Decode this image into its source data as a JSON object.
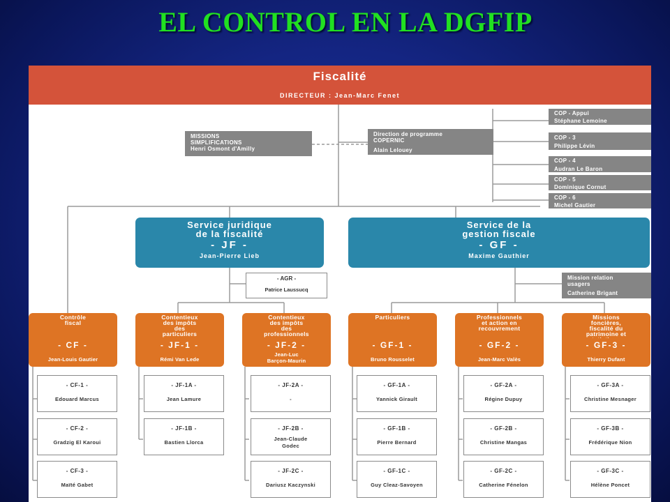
{
  "title": "EL CONTROL EN LA DGFIP",
  "colors": {
    "title": "#21e021",
    "direction": "#d4533a",
    "service": "#2a87aa",
    "division": "#de7424",
    "mission": "#858585",
    "background": "#142582"
  },
  "direction": {
    "title": "Fiscalité",
    "director": "DIRECTEUR : Jean-Marc Fenet"
  },
  "missions_simplifications": {
    "line1": "MISSIONS",
    "line2": "SIMPLIFICATIONS",
    "head": "Henri Osmont d'Amilly"
  },
  "copernic": {
    "line1": "Direction de programme",
    "line2": "COPERNIC",
    "head": "Alain Lelouey"
  },
  "cops": [
    {
      "label": "COP - Appui",
      "head": "Stéphane Lemoine"
    },
    {
      "label": "COP - 3",
      "head": "Philippe Lévin"
    },
    {
      "label": "COP - 4",
      "head": "Audran Le Baron"
    },
    {
      "label": "COP - 5",
      "head": "Dominique Cornut"
    },
    {
      "label": "COP - 6",
      "head": "Michel Gautier"
    }
  ],
  "services": [
    {
      "line1": "Service juridique",
      "line2": "de la fiscalité",
      "code": "- JF -",
      "head": "Jean-Pierre Lieb"
    },
    {
      "line1": "Service de la",
      "line2": "gestion fiscale",
      "code": "- GF -",
      "head": "Maxime Gauthier"
    }
  ],
  "agr": {
    "code": "- AGR -",
    "head": "Patrice Laussucq"
  },
  "mission_usagers": {
    "line1": "Mission relation",
    "line2": "usagers",
    "head": "Catherine Brigant"
  },
  "divisions": [
    {
      "lines": [
        "Contrôle",
        "fiscal"
      ],
      "code": "- CF -",
      "head": "Jean-Louis Gautier",
      "bureaux": [
        {
          "code": "- CF-1 -",
          "head": "Edouard Marcus"
        },
        {
          "code": "- CF-2 -",
          "head": "Gradzig El Karoui"
        },
        {
          "code": "- CF-3 -",
          "head": "Maïté Gabet"
        }
      ]
    },
    {
      "lines": [
        "Contentieux",
        "des impôts",
        "des",
        "particuliers"
      ],
      "code": "- JF-1 -",
      "head": "Rémi Van Lede",
      "bureaux": [
        {
          "code": "- JF-1A -",
          "head": "Jean Lamure"
        },
        {
          "code": "- JF-1B -",
          "head": "Bastien Llorca"
        }
      ]
    },
    {
      "lines": [
        "Contentieux",
        "des impôts",
        "des",
        "professionnels"
      ],
      "code": "- JF-2 -",
      "head": "Jean-Luc",
      "head2": "Barçon-Maurin",
      "bureaux": [
        {
          "code": "- JF-2A -",
          "head": "-"
        },
        {
          "code": "- JF-2B -",
          "head": "Jean-Claude",
          "head2": "Godec"
        },
        {
          "code": "- JF-2C -",
          "head": "Dariusz Kaczynski"
        }
      ]
    },
    {
      "lines": [
        "Particuliers"
      ],
      "code": "- GF-1 -",
      "head": "Bruno Rousselet",
      "bureaux": [
        {
          "code": "- GF-1A -",
          "head": "Yannick Girault"
        },
        {
          "code": "- GF-1B -",
          "head": "Pierre Bernard"
        },
        {
          "code": "- GF-1C -",
          "head": "Guy Cleaz-Savoyen"
        }
      ]
    },
    {
      "lines": [
        "Professionnels",
        "et action en",
        "recouvrement"
      ],
      "code": "- GF-2 -",
      "head": "Jean-Marc Valès",
      "bureaux": [
        {
          "code": "- GF-2A -",
          "head": "Régine Dupuy"
        },
        {
          "code": "- GF-2B -",
          "head": "Christine Mangas"
        },
        {
          "code": "- GF-2C -",
          "head": "Catherine Fénelon"
        }
      ]
    },
    {
      "lines": [
        "Missions",
        "foncières,",
        "fiscalité du",
        "patrimoine et",
        "statistiques"
      ],
      "code": "- GF-3 -",
      "head": "Thierry Dufant",
      "bureaux": [
        {
          "code": "- GF-3A -",
          "head": "Christine Mesnager"
        },
        {
          "code": "- GF-3B -",
          "head": "Frédérique Nion"
        },
        {
          "code": "- GF-3C -",
          "head": "Hélène Poncet"
        }
      ]
    }
  ]
}
